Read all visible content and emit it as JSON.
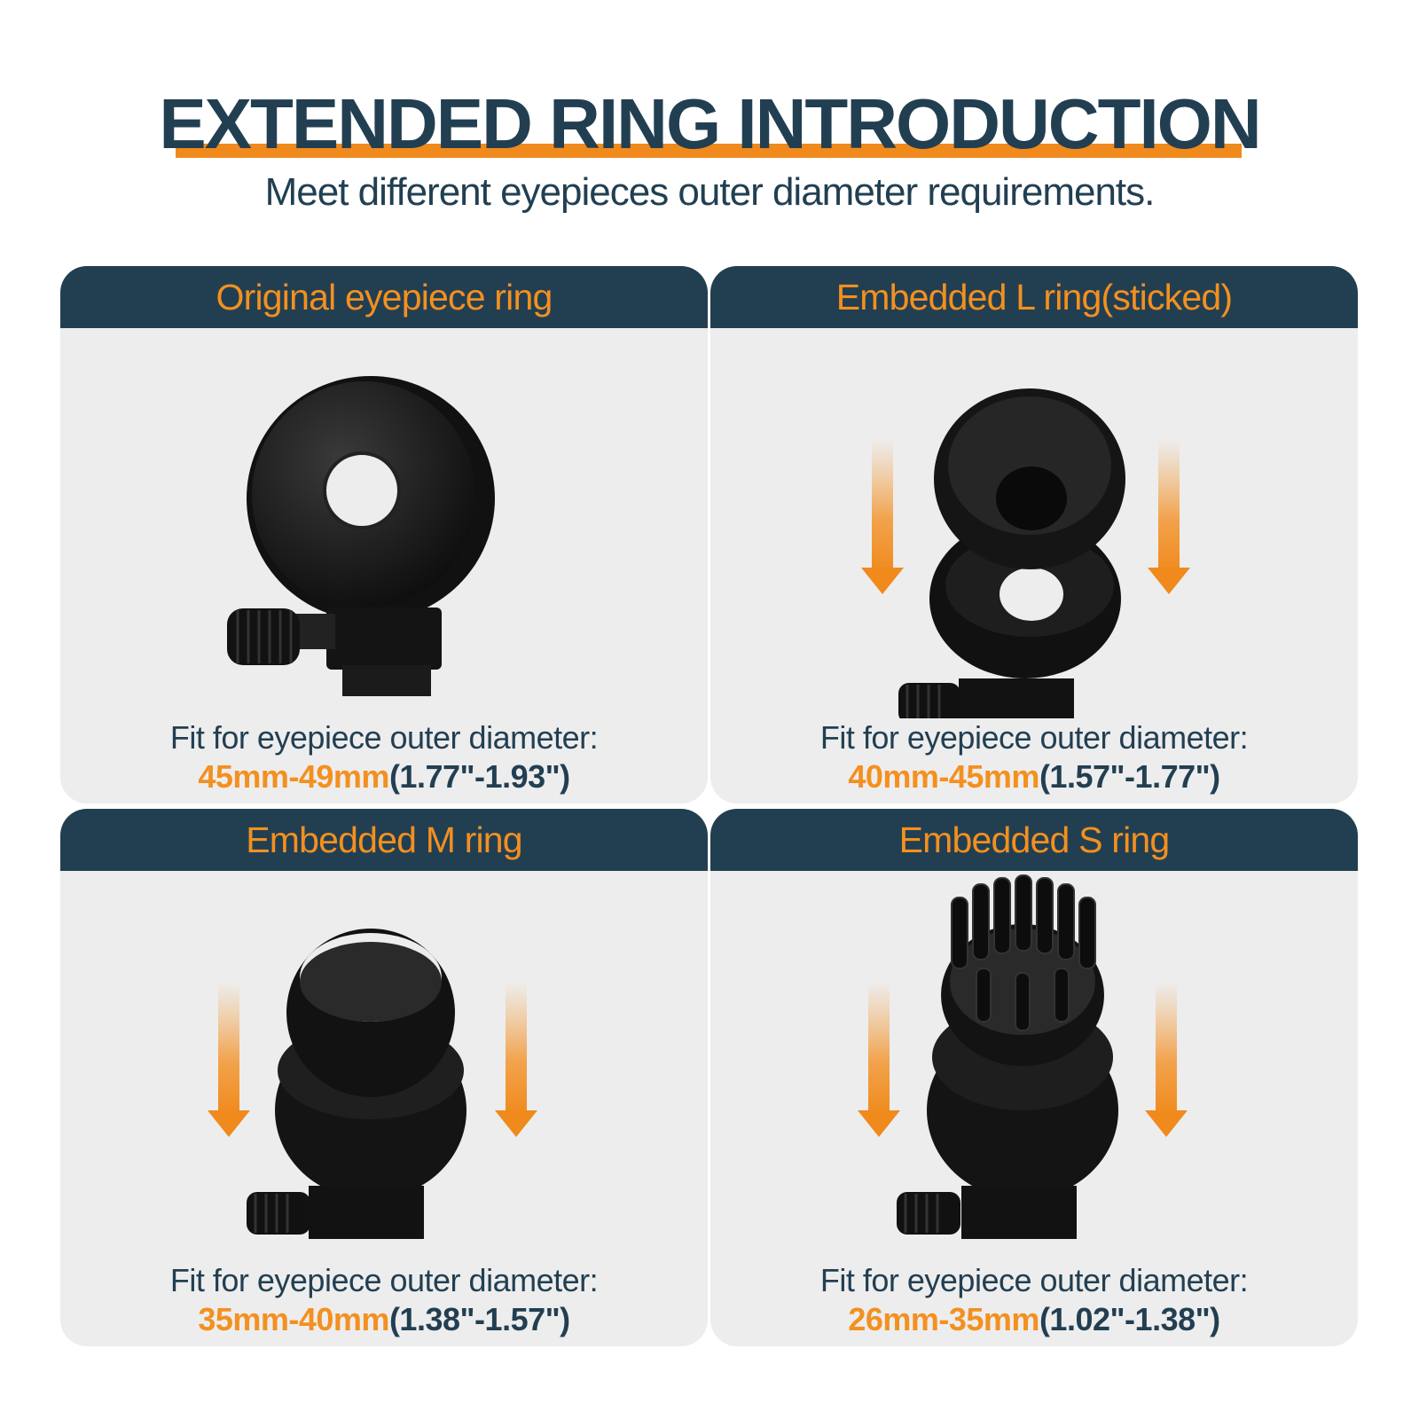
{
  "header": {
    "title": "EXTENDED RING INTRODUCTION",
    "subtitle": "Meet different eyepieces outer diameter requirements."
  },
  "accent_color": "#f08a1d",
  "navy_color": "#223f52",
  "cards": [
    {
      "title": "Original eyepiece ring",
      "caption_label": "Fit for eyepiece outer diameter:",
      "range_mm": "45mm-49mm",
      "range_in": "(1.77\"-1.93\")",
      "image": "eyepiece-ring-image"
    },
    {
      "title": "Embedded L ring(sticked)",
      "caption_label": "Fit for eyepiece outer diameter:",
      "range_mm": "40mm-45mm",
      "range_in": "(1.57\"-1.77\")",
      "image": "l-ring-image"
    },
    {
      "title": "Embedded M ring",
      "caption_label": "Fit for eyepiece outer diameter:",
      "range_mm": "35mm-40mm",
      "range_in": "(1.38\"-1.57\")",
      "image": "m-ring-image"
    },
    {
      "title": "Embedded S ring",
      "caption_label": "Fit for eyepiece outer diameter:",
      "range_mm": "26mm-35mm",
      "range_in": "(1.02\"-1.38\")",
      "image": "s-ring-image"
    }
  ]
}
